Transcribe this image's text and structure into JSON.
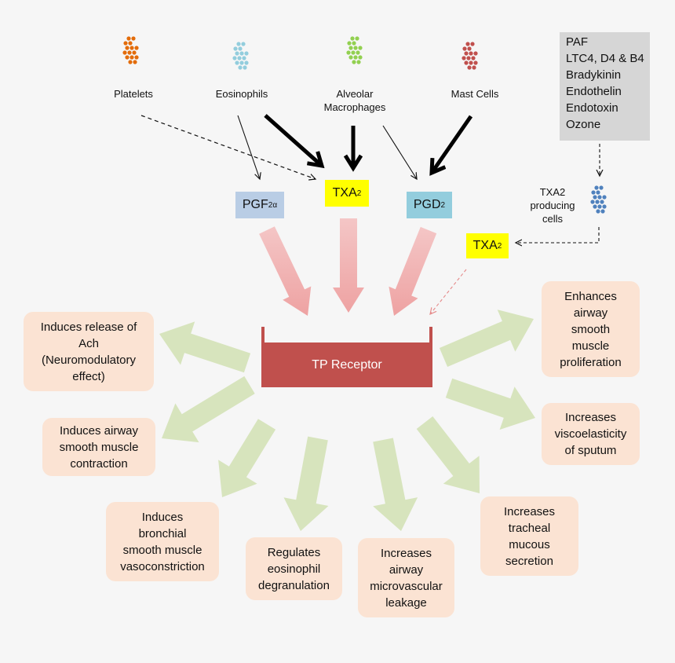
{
  "sources": {
    "platelets": {
      "label": "Platelets",
      "color": "#e36c0a"
    },
    "eosinophils": {
      "label": "Eosinophils",
      "color": "#93cddd"
    },
    "macrophages": {
      "label": "Alveolar\nMacrophages",
      "color": "#92d050"
    },
    "mast_cells": {
      "label": "Mast Cells",
      "color": "#c0504d"
    },
    "txa2_cells": {
      "label": "TXA2\nproducing\ncells",
      "color": "#4f81bd"
    }
  },
  "stimuli": [
    "PAF",
    "LTC4, D4 & B4",
    "Bradykinin",
    "Endothelin",
    "Endotoxin",
    "Ozone"
  ],
  "mediators": {
    "pgf": {
      "main": "PGF",
      "sub": "2α",
      "bg": "#b9cde5"
    },
    "txa2_center": {
      "main": "TXA",
      "sub": "2",
      "bg": "#ffff00"
    },
    "pgd": {
      "main": "PGD",
      "sub": "2",
      "bg": "#93cddd"
    },
    "txa2_right": {
      "main": "TXA",
      "sub": "2",
      "bg": "#ffff00"
    }
  },
  "receptor": {
    "label": "TP Receptor",
    "color": "#c0504d"
  },
  "outcomes": [
    "Induces release of\nAch\n(Neuromodulatory\neffect)",
    "Induces airway\nsmooth muscle\ncontraction",
    "Induces\nbronchial\nsmooth muscle\nvasoconstriction",
    "Regulates\neosinophil\ndegranulation",
    "Increases\nairway\nmicrovascular\nleakage",
    "Increases\ntracheal\nmucous\nsecretion",
    "Increases\nviscoelasticity\nof sputum",
    "Enhances\nairway\nsmooth\nmuscle\nproliferation"
  ],
  "colors": {
    "outcome_bg": "#fbe3d3",
    "outcome_arrow": "#d7e4bd",
    "mediator_arrow": "#f2b6b6",
    "stimuli_bg": "#d6d6d6"
  }
}
